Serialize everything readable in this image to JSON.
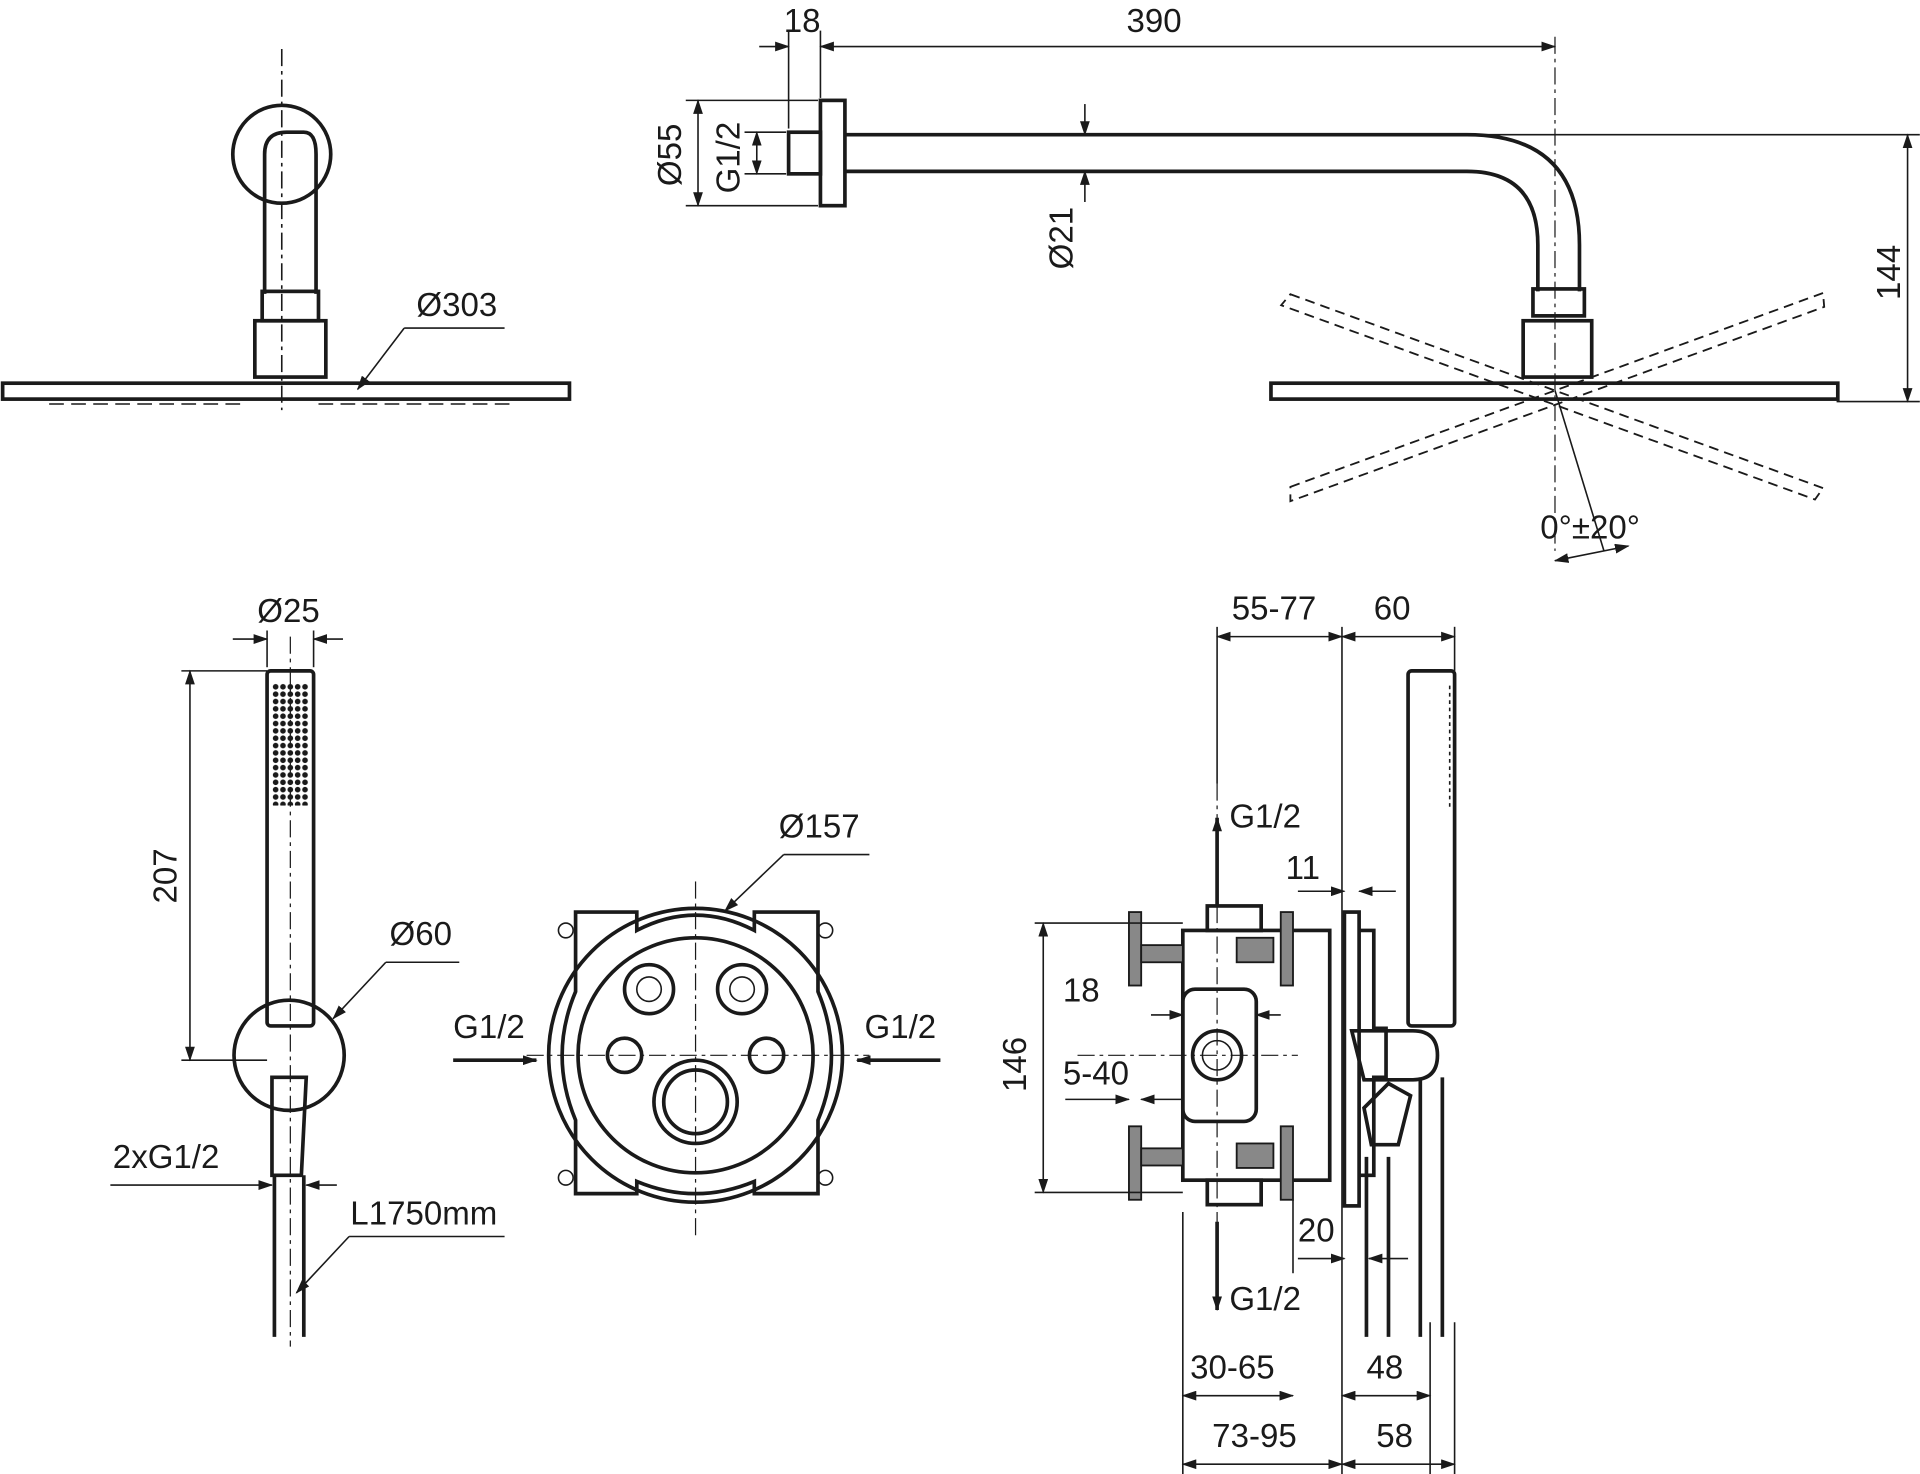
{
  "overhead_shower": {
    "front_view": {
      "diameter_head": "Ø303"
    },
    "side_view": {
      "flange_depth": "18",
      "arm_length": "390",
      "flange_diameter": "Ø55",
      "thread": "G1/2",
      "arm_diameter": "Ø21",
      "height": "144",
      "tilt_angle": "0°±20°"
    }
  },
  "hand_shower": {
    "diameter": "Ø25",
    "length": "207",
    "wall_outlet_diameter": "Ø60",
    "connection": "2xG1/2",
    "hose_length": "L1750mm"
  },
  "concealed_body_front": {
    "diameter": "Ø157",
    "inlet_left": "G1/2",
    "inlet_right": "G1/2"
  },
  "concealed_body_side": {
    "depth_range_top": "55-77",
    "projection_top": "60",
    "outlet_top": "G1/2",
    "dim_11": "11",
    "dim_18": "18",
    "height": "146",
    "adjust_range": "5-40",
    "dim_20": "20",
    "outlet_bottom": "G1/2",
    "depth_range_30_65": "30-65",
    "dim_48": "48",
    "depth_range_73_95": "73-95",
    "dim_58": "58"
  }
}
